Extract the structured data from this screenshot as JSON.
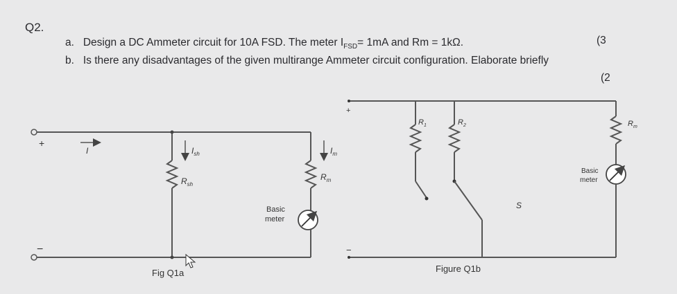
{
  "question": {
    "number": "Q2.",
    "part_a": {
      "marker": "a.",
      "text_before_sub": "Design a DC Ammeter circuit for 10A FSD. The meter I",
      "sub": "FSD",
      "text_after_sub": "= 1mA and Rm = 1kΩ.",
      "marks": "(3"
    },
    "part_b": {
      "marker": "b.",
      "text": "Is there any disadvantages of the given multirange Ammeter circuit configuration. Elaborate briefly",
      "marks": "(2"
    }
  },
  "fig_a": {
    "caption": "Fig Q1a",
    "plus": "+",
    "minus": "−",
    "current_label": "I",
    "ish": "I",
    "ish_sub": "sh",
    "rsh": "R",
    "rsh_sub": "sh",
    "im": "I",
    "im_sub": "m",
    "rm": "R",
    "rm_sub": "m",
    "meter_line1": "Basic",
    "meter_line2": "meter"
  },
  "fig_b": {
    "caption": "Figure Q1b",
    "plus": "+",
    "minus": "−",
    "r1": "R",
    "r1_sub": "1",
    "r2": "R",
    "r2_sub": "2",
    "rm": "R",
    "rm_sub": "m",
    "switch": "S",
    "meter_line1": "Basic",
    "meter_line2": "meter"
  }
}
